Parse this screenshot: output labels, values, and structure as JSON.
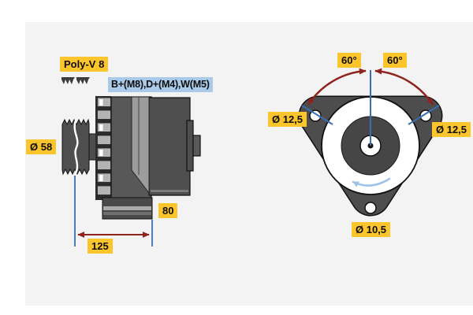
{
  "side_view": {
    "belt_label": "Poly-V 8",
    "terminals_label": "B+(M8),D+(M4),W(M5)",
    "pulley_diameter": "Ø 58",
    "foot_width": "80",
    "mount_length": "125"
  },
  "front_view": {
    "angle_left": "60°",
    "angle_right": "60°",
    "hole_left": "Ø 12,5",
    "hole_right": "Ø 12,5",
    "hole_bottom": "Ø 10,5"
  },
  "colors": {
    "dimension_label_bg": "#fcc52c",
    "terminal_label_bg": "#a9cae9",
    "dimension_line_blue": "#3a6fb0",
    "dimension_arrow_red": "#8f231d",
    "rotation_arrow_blue": "#9dc3e6",
    "housing_dark": "#545454",
    "housing_light": "#9c9c9c",
    "background": "#f3f3f3"
  }
}
